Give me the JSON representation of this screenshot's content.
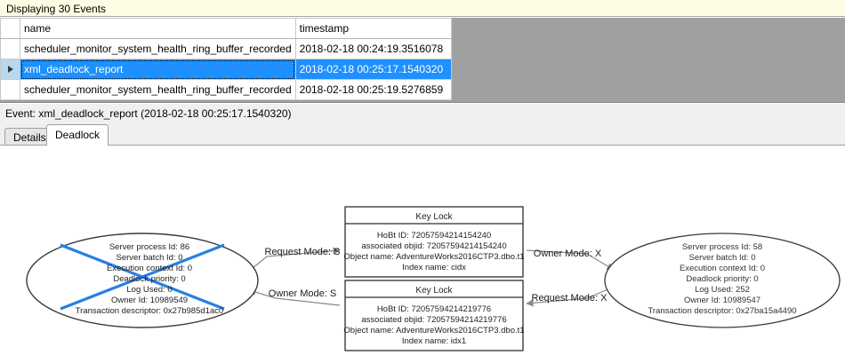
{
  "banner": {
    "text": "Displaying 30 Events"
  },
  "grid": {
    "columns": [
      "",
      "name",
      "timestamp"
    ],
    "rows": [
      {
        "selector": "",
        "name": "scheduler_monitor_system_health_ring_buffer_recorded",
        "timestamp": "2018-02-18 00:24:19.3516078",
        "selected": false
      },
      {
        "selector": "row-pointer-icon",
        "name": "xml_deadlock_report",
        "timestamp": "2018-02-18 00:25:17.1540320",
        "selected": true
      },
      {
        "selector": "",
        "name": "scheduler_monitor_system_health_ring_buffer_recorded",
        "timestamp": "2018-02-18 00:25:19.5276859",
        "selected": false
      }
    ]
  },
  "event_caption": {
    "text": "Event: xml_deadlock_report (2018-02-18 00:25:17.1540320)"
  },
  "tabs": [
    {
      "label": "Details",
      "active": false
    },
    {
      "label": "Deadlock",
      "active": true
    }
  ],
  "deadlock": {
    "victim_marker_color": "#2a7fe0",
    "processes": [
      {
        "id": "process-left",
        "is_victim": true,
        "lines": [
          "Server process Id: 86",
          "Server batch Id: 0",
          "Execution context Id: 0",
          "Deadlock priority: 0",
          "Log Used: 0",
          "Owner Id: 10989549",
          "Transaction descriptor: 0x27b985d1ac0"
        ]
      },
      {
        "id": "process-right",
        "is_victim": false,
        "lines": [
          "Server process Id: 58",
          "Server batch Id: 0",
          "Execution context Id: 0",
          "Deadlock priority: 0",
          "Log Used: 252",
          "Owner Id: 10989547",
          "Transaction descriptor: 0x27ba15a4490"
        ]
      }
    ],
    "resources": [
      {
        "id": "key-lock-top",
        "title": "Key Lock",
        "lines": [
          "HoBt ID: 72057594214154240",
          "associated objid: 72057594214154240",
          "Object name: AdventureWorks2016CTP3.dbo.t1",
          "Index name: cidx"
        ]
      },
      {
        "id": "key-lock-bottom",
        "title": "Key Lock",
        "lines": [
          "HoBt ID: 72057594214219776",
          "associated objid: 72057594214219776",
          "Object name: AdventureWorks2016CTP3.dbo.t1",
          "Index name: idx1"
        ]
      }
    ],
    "edges": [
      {
        "id": "edge-left-request",
        "label": "Request Mode: S"
      },
      {
        "id": "edge-right-owner",
        "label": "Owner Mode: X"
      },
      {
        "id": "edge-left-owner",
        "label": "Owner Mode: S"
      },
      {
        "id": "edge-right-request",
        "label": "Request Mode: X"
      }
    ]
  }
}
